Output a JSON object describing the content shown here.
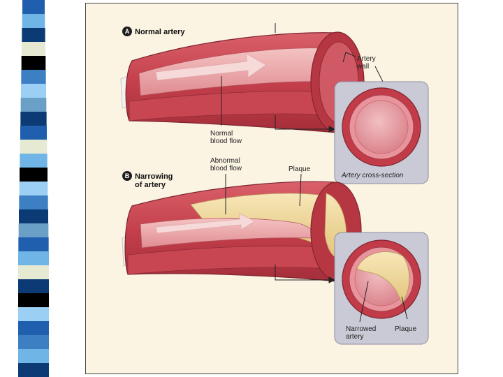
{
  "colors": {
    "strip": [
      "#1f5fae",
      "#6fb6e6",
      "#0c3a74",
      "#e6ead2",
      "#000000",
      "#3c7fc2",
      "#9bd0f4",
      "#6aa0c6"
    ],
    "artery_wall": "#c8424e",
    "artery_inner": "#e9a0a2",
    "plaque": "#f0dba2",
    "cross_section_bg": "#c9cad5",
    "panel_bg": "#fbf4e3"
  },
  "section_a": {
    "badge": "A",
    "title": "Normal artery",
    "labels": {
      "artery_wall": "Artery\nwall",
      "normal_flow": "Normal\nblood flow",
      "cross_section": "Artery cross-section"
    }
  },
  "section_b": {
    "badge": "B",
    "title": "Narrowing\nof artery",
    "labels": {
      "abnormal_flow": "Abnormal\nblood flow",
      "plaque_top": "Plaque",
      "narrowed_artery": "Narrowed\nartery",
      "plaque_bottom": "Plaque"
    }
  }
}
